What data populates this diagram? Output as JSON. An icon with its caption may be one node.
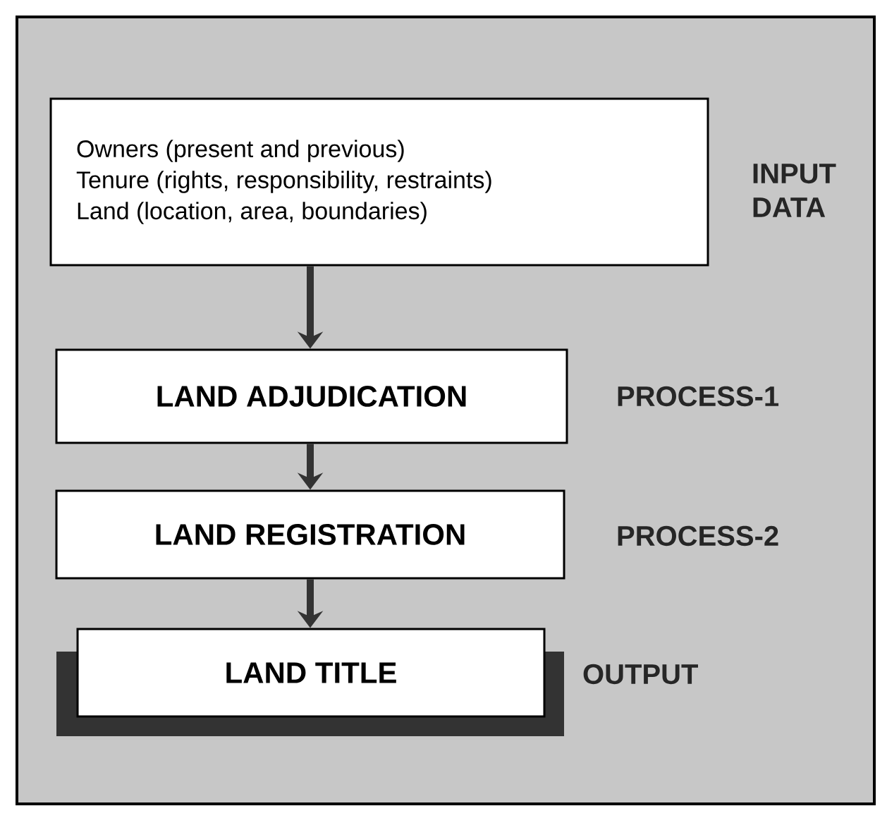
{
  "diagram": {
    "nodes": [
      {
        "text": [
          "Owners (present and previous)",
          "Tenure (rights, responsibility, restraints)",
          "Land (location, area, boundaries)"
        ],
        "beside": [
          "INPUT DATA"
        ]
      },
      {
        "text": [
          "LAND ADJUDICATION"
        ],
        "beside": [
          "PROCESS-1"
        ]
      },
      {
        "text": [
          "LAND REGISTRATION"
        ],
        "beside": [
          "PROCESS-2"
        ]
      },
      {
        "text": [
          "LAND TITLE"
        ],
        "beside": [
          "OUTPUT"
        ]
      }
    ],
    "edges": [
      {
        "from": 0,
        "to": 1,
        "arrow": "to"
      },
      {
        "from": 1,
        "to": 2,
        "arrow": "to"
      },
      {
        "from": 2,
        "to": 3,
        "arrow": "to"
      }
    ]
  }
}
